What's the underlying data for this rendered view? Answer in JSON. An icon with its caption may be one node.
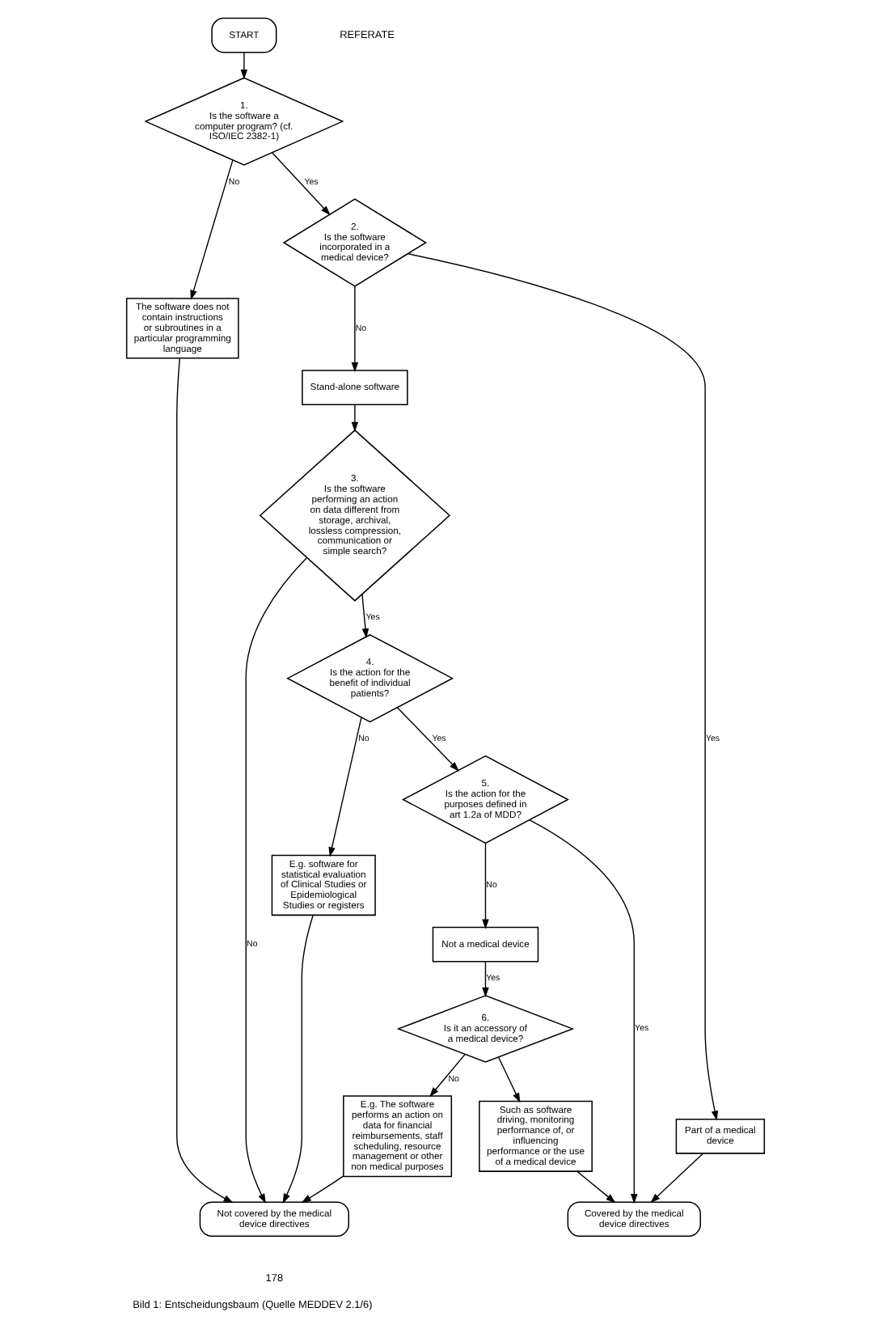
{
  "diagram": {
    "caption": "Bild 1: Entscheidungsbaum (Quelle MEDDEV 2.1/6)",
    "nodes": [
      {
        "text": [
          "START"
        ]
      },
      {
        "text": [
          "1.",
          "Is the software a computer program? (cf. ISO/IEC 2382-1)"
        ]
      },
      {
        "text": [
          "2.",
          "Is the software incorporated in a medical device?"
        ]
      },
      {
        "text": [
          "The software does not contain instructions or subroutines in a particular programming language"
        ]
      },
      {
        "text": [
          "Stand-alone software"
        ]
      },
      {
        "text": [
          "3.",
          "Is the software performing an action on data different from storage, archival, lossless compression, communication or simple search?"
        ]
      },
      {
        "text": [
          "E.g. software for statistical evaluation of Clinical Studies or Epidemiological Studies or registers"
        ]
      },
      {
        "text": [
          "4.",
          "Is the action for the benefit of individual patients?"
        ]
      },
      {
        "text": [
          "Not a medical device"
        ]
      },
      {
        "text": [
          "5.",
          "Is the action for the purposes defined in art 1.2a of MDD?"
        ]
      },
      {
        "text": [
          "E.g. The software performs an action on data for financial reimbursements, staff scheduling, resource management or other non medical purposes"
        ]
      },
      {
        "text": [
          "6.",
          "Is it an accessory of a medical device?"
        ]
      },
      {
        "text": [
          "Such as software driving, monitoring performance of, or influencing performance or the use of a medical device"
        ]
      },
      {
        "text": [
          "Part of a medical device"
        ]
      },
      {
        "text": [
          "Not covered by the medical device directives"
        ]
      },
      {
        "text": [
          "Covered by the medical device directives"
        ]
      }
    ],
    "edges": [
      {
        "from": 0,
        "to": 1,
        "arrow": "to"
      },
      {
        "from": 1,
        "to": 3,
        "label": "No",
        "arrow": "to"
      },
      {
        "from": 1,
        "to": 2,
        "label": "Yes",
        "arrow": "to"
      },
      {
        "from": 2,
        "to": 4,
        "label": "No",
        "arrow": "to"
      },
      {
        "from": 2,
        "to": 13,
        "label": "Yes",
        "arrow": "to"
      },
      {
        "from": 4,
        "to": 5,
        "arrow": "to"
      },
      {
        "from": 5,
        "to": 14,
        "label": "No",
        "arrow": "to"
      },
      {
        "from": 5,
        "to": 7,
        "label": "Yes",
        "arrow": "to"
      },
      {
        "from": 7,
        "to": 6,
        "label": "No",
        "arrow": "to"
      },
      {
        "from": 7,
        "to": 9,
        "label": "Yes",
        "arrow": "to"
      },
      {
        "from": 9,
        "to": 8,
        "label": "No",
        "arrow": "to"
      },
      {
        "from": 9,
        "to": 15,
        "label": "Yes",
        "arrow": "to"
      },
      {
        "from": 8,
        "to": 11,
        "label": "Yes",
        "arrow": "to"
      },
      {
        "from": 11,
        "to": 10,
        "label": "No",
        "arrow": "to"
      },
      {
        "from": 11,
        "to": 12,
        "arrow": "to"
      },
      {
        "from": 3,
        "to": 14,
        "arrow": "to"
      },
      {
        "from": 6,
        "to": 14,
        "arrow": "to"
      },
      {
        "from": 10,
        "to": 14,
        "arrow": "to"
      },
      {
        "from": 12,
        "to": 15,
        "arrow": "to"
      },
      {
        "from": 13,
        "to": 15,
        "arrow": "to"
      }
    ],
    "labels": [
      "REFERATE",
      "178"
    ]
  }
}
